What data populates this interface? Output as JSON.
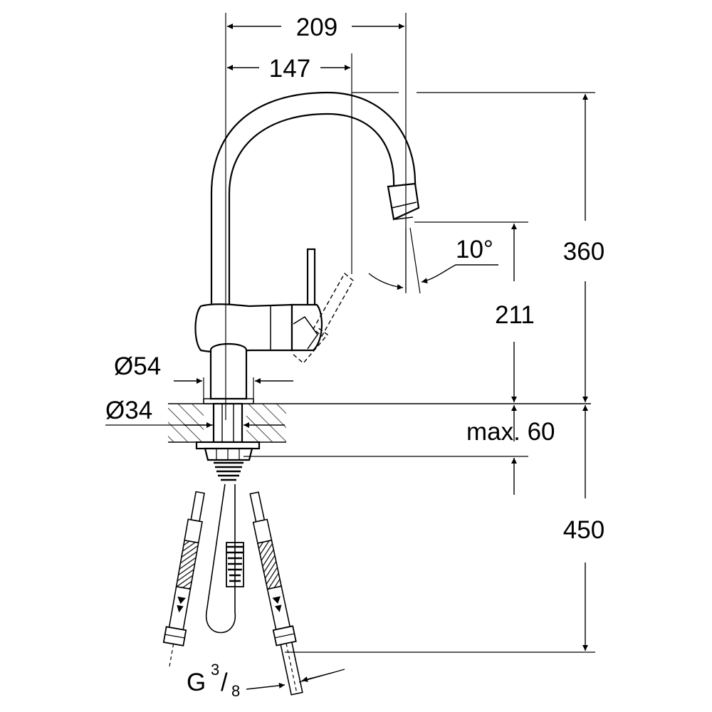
{
  "dimensions": {
    "total_reach": "209",
    "spout_offset": "147",
    "total_height": "360",
    "spout_height": "211",
    "base_diameter": "Ø54",
    "hole_diameter": "Ø34",
    "max_deck_thickness": "max. 60",
    "hose_length": "450",
    "swivel_angle": "10°"
  },
  "connection_thread": {
    "prefix": "G",
    "numerator": "3",
    "slash": "/",
    "denominator": "8"
  },
  "colors": {
    "line": "#000000",
    "background": "#ffffff"
  }
}
